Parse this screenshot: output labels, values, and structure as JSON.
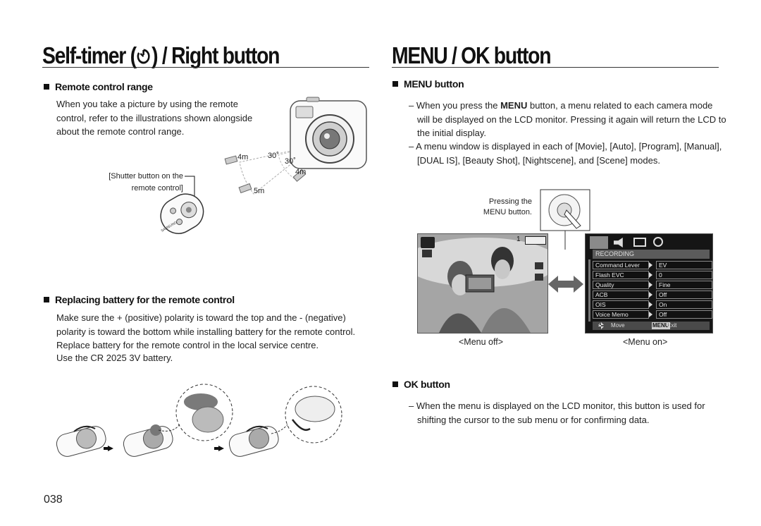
{
  "left": {
    "title": "Self-timer (",
    "title_end": ") / Right button",
    "remote_heading": "Remote control range",
    "remote_text": "When you take a picture by using the remote control, refer to the illustrations shown alongside about the remote control range.",
    "shutter_label_1": "[Shutter button on the",
    "shutter_label_2": "remote control]",
    "range_labels": {
      "d4m_a": "4m",
      "a30_a": "30˚",
      "a30_b": "30˚",
      "d4m_b": "4m",
      "d5m": "5m"
    },
    "battery_heading": "Replacing battery for the remote control",
    "battery_text": "Make sure the + (positive) polarity is toward the top and the - (negative) polarity is toward the bottom while installing battery for the remote control. Replace battery for the remote control in the local service centre.",
    "battery_note": "Use the CR 2025 3V battery.",
    "brand": "SAMSUNG"
  },
  "right": {
    "title": "MENU / OK button",
    "menu_heading": "MENU button",
    "menu_item_1_pre": "– When you press the ",
    "menu_item_1_key": "MENU",
    "menu_item_1_post": " button, a menu related to each camera mode will be displayed on the LCD monitor. Pressing it again will return the LCD to the initial display.",
    "menu_item_2": "– A menu window is displayed in each of [Movie], [Auto], [Program], [Manual], [DUAL IS], [Beauty Shot], [Nightscene], and [Scene] modes.",
    "pressing_label_1": "Pressing the",
    "pressing_label_2": "MENU button.",
    "menu_off": "<Menu off>",
    "menu_on": "<Menu on>",
    "ok_heading": "OK button",
    "ok_item": "– When the menu is displayed on the LCD monitor, this button is used for shifting the cursor to the sub menu or for confirming data."
  },
  "lcd_menu": {
    "category": "RECORDING",
    "rows": [
      {
        "key": "Command Lever",
        "value": "EV"
      },
      {
        "key": "Flash EVC",
        "value": "0"
      },
      {
        "key": "Quality",
        "value": "Fine"
      },
      {
        "key": "ACB",
        "value": "Off"
      },
      {
        "key": "OIS",
        "value": "On"
      },
      {
        "key": "Voice Memo",
        "value": "Off"
      }
    ],
    "footer_move": "Move",
    "footer_menu": "MENU",
    "footer_exit": "Exit",
    "counter": "1"
  },
  "page_number": "038"
}
